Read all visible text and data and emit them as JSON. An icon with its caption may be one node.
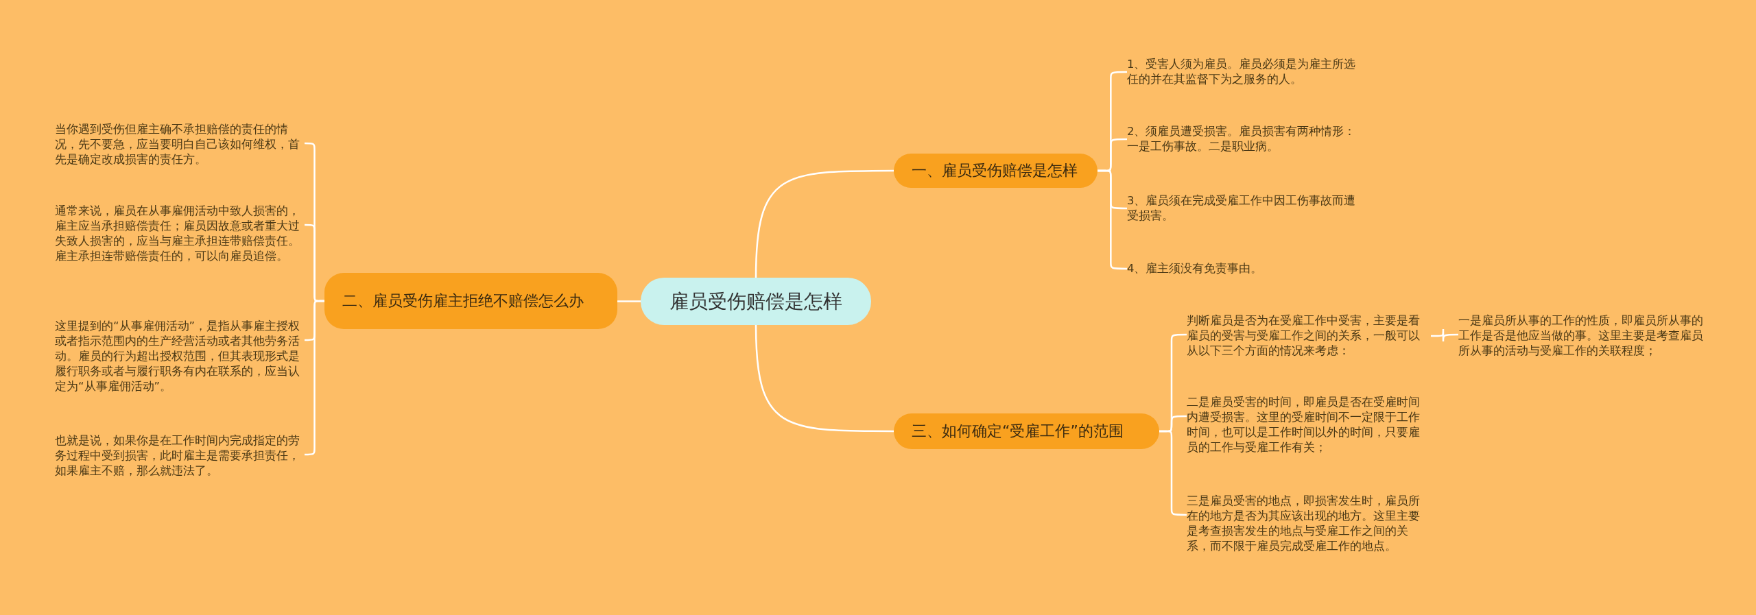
{
  "diagram": {
    "nodes": [
      {
        "text": [
          "雇员受伤赔偿是怎样"
        ]
      },
      {
        "text": [
          "一、雇员受伤赔偿是怎样"
        ]
      },
      {
        "text": [
          "1、受害人须为雇员。雇员必须是为雇主所选任的并在其监督下为之服务的人。"
        ]
      },
      {
        "text": [
          "2、须雇员遭受损害。雇员损害有两种情形：一是工伤事故。二是职业病。"
        ]
      },
      {
        "text": [
          "3、雇员须在完成受雇工作中因工伤事故而遭受损害。"
        ]
      },
      {
        "text": [
          "4、雇主须没有免责事由。"
        ]
      },
      {
        "text": [
          "二、雇员受伤雇主拒绝不赔偿怎么办"
        ]
      },
      {
        "text": [
          "当你遇到受伤但雇主确不承担赔偿的责任的情况，先不要急，应当要明白自己该如何维权，首先是确定改成损害的责任方。"
        ]
      },
      {
        "text": [
          "通常来说，雇员在从事雇佣活动中致人损害的，雇主应当承担赔偿责任；雇员因故意或者重大过失致人损害的，应当与雇主承担连带赔偿责任。雇主承担连带赔偿责任的，可以向雇员追偿。"
        ]
      },
      {
        "text": [
          "这里提到的“从事雇佣活动”，是指从事雇主授权或者指示范围内的生产经营活动或者其他劳务活动。雇员的行为超出授权范围，但其表现形式是履行职务或者与履行职务有内在联系的，应当认定为“从事雇佣活动”。"
        ]
      },
      {
        "text": [
          "也就是说，如果你是在工作时间内完成指定的劳务过程中受到损害，此时雇主是需要承担责任，如果雇主不赔，那么就违法了。"
        ]
      },
      {
        "text": [
          "三、如何确定“受雇工作”的范围"
        ]
      },
      {
        "text": [
          "判断雇员是否为在受雇工作中受害，主要是看雇员的受害与受雇工作之间的关系，一般可以从以下三个方面的情况来考虑："
        ]
      },
      {
        "text": [
          "二是雇员受害的时间，即雇员是否在受雇时间内遭受损害。这里的受雇时间不一定限于工作时间，也可以是工作时间以外的时间，只要雇员的工作与受雇工作有关；"
        ]
      },
      {
        "text": [
          "三是雇员受害的地点，即损害发生时，雇员所在的地方是否为其应该出现的地方。这里主要是考查损害发生的地点与受雇工作之间的关系，而不限于雇员完成受雇工作的地点。"
        ]
      },
      {
        "text": [
          "一是雇员所从事的工作的性质，即雇员所从事的工作是否是他应当做的事。这里主要是考查雇员所从事的活动与受雇工作的关联程度；"
        ]
      }
    ],
    "edges": [
      {
        "from": 0,
        "to": 1,
        "arrow": "none"
      },
      {
        "from": 1,
        "to": 2,
        "arrow": "none"
      },
      {
        "from": 1,
        "to": 3,
        "arrow": "none"
      },
      {
        "from": 1,
        "to": 4,
        "arrow": "none"
      },
      {
        "from": 1,
        "to": 5,
        "arrow": "none"
      },
      {
        "from": 0,
        "to": 6,
        "arrow": "none"
      },
      {
        "from": 6,
        "to": 7,
        "arrow": "none"
      },
      {
        "from": 6,
        "to": 8,
        "arrow": "none"
      },
      {
        "from": 6,
        "to": 9,
        "arrow": "none"
      },
      {
        "from": 6,
        "to": 10,
        "arrow": "none"
      },
      {
        "from": 0,
        "to": 11,
        "arrow": "none"
      },
      {
        "from": 11,
        "to": 12,
        "arrow": "none"
      },
      {
        "from": 11,
        "to": 13,
        "arrow": "none"
      },
      {
        "from": 11,
        "to": 14,
        "arrow": "none"
      },
      {
        "from": 12,
        "to": 15,
        "arrow": "none"
      }
    ]
  }
}
